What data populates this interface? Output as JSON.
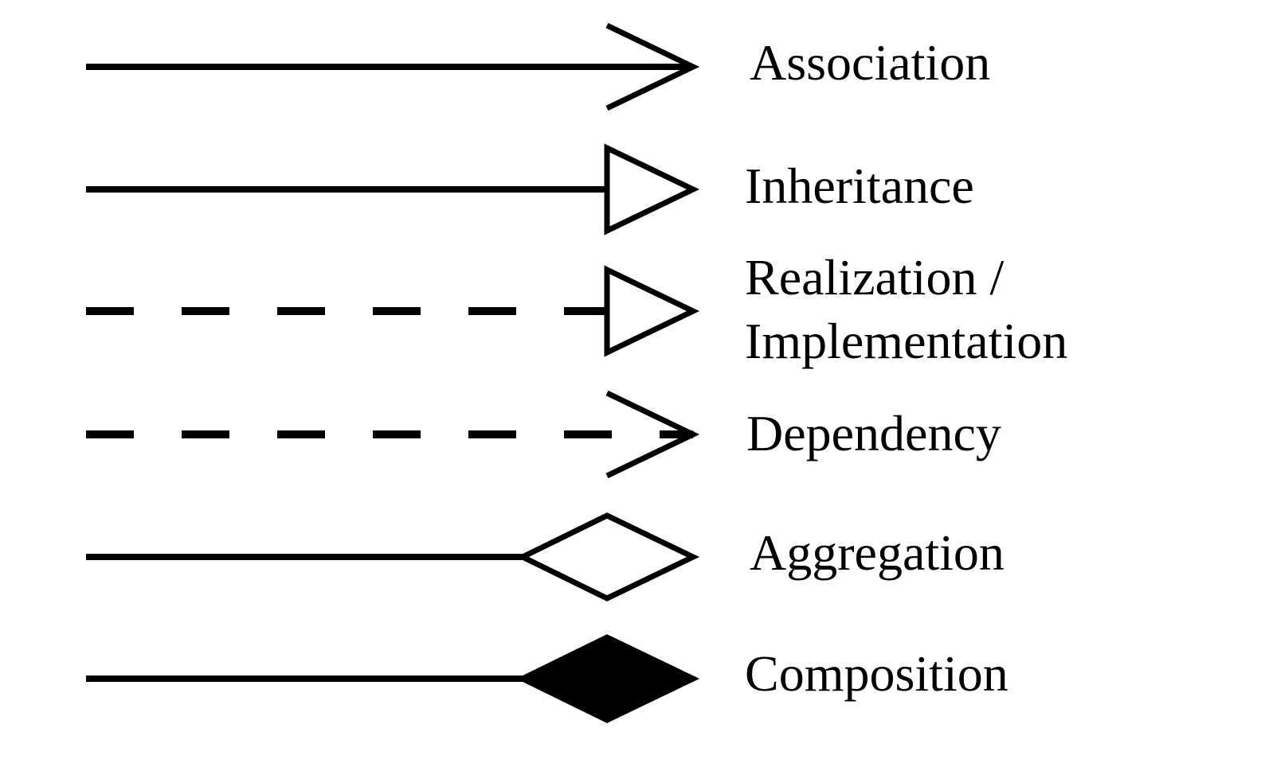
{
  "diagram": {
    "title": "",
    "stroke_color": "#000000",
    "background": "#ffffff",
    "relationships": [
      {
        "label": "Association",
        "line": "solid",
        "head": "open-arrow"
      },
      {
        "label": "Inheritance",
        "line": "solid",
        "head": "hollow-triangle"
      },
      {
        "label": "Realization /",
        "label_line2": "Implementation",
        "line": "dashed",
        "head": "hollow-triangle"
      },
      {
        "label": "Dependency",
        "line": "dashed",
        "head": "open-arrow"
      },
      {
        "label": "Aggregation",
        "line": "solid",
        "head": "hollow-diamond"
      },
      {
        "label": "Composition",
        "line": "solid",
        "head": "filled-diamond"
      }
    ]
  }
}
